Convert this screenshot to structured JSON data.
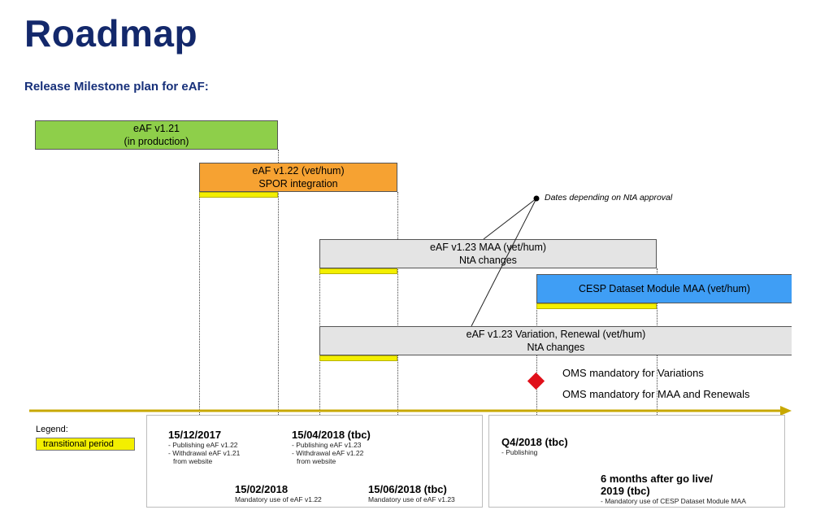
{
  "header": {
    "title": "Roadmap",
    "subtitle": "Release Milestone plan for eAF:"
  },
  "bars": {
    "v121": {
      "line1": "eAF v1.21",
      "line2": "(in production)",
      "color": "#8ecf4a"
    },
    "v122": {
      "line1": "eAF v1.22 (vet/hum)",
      "line2": "SPOR integration",
      "color": "#f6a232"
    },
    "v123maa": {
      "line1": "eAF v1.23 MAA (vet/hum)",
      "line2": "NtA changes",
      "color": "#e4e4e4"
    },
    "cesp": {
      "line1": "CESP Dataset Module MAA (vet/hum)",
      "color": "#3f9ef5"
    },
    "v123var": {
      "line1": "eAF v1.23 Variation, Renewal (vet/hum)",
      "line2": "NtA changes",
      "color": "#e4e4e4"
    }
  },
  "annotations": {
    "nta_note": "Dates depending on NtA approval",
    "oms_variations": "OMS mandatory for Variations",
    "oms_maa": "OMS mandatory for MAA and Renewals"
  },
  "legend": {
    "label": "Legend:",
    "item": "transitional period",
    "color": "#f3ef00"
  },
  "milestones": {
    "m1": {
      "date": "15/12/2017",
      "notes": [
        "- Publishing eAF v1.22",
        "- Withdrawal eAF v1.21",
        "from website"
      ]
    },
    "m2": {
      "date": "15/02/2018",
      "notes": [
        "Mandatory use of eAF v1.22"
      ]
    },
    "m3": {
      "date": "15/04/2018 (tbc)",
      "notes": [
        "- Publishing eAF v1.23",
        "- Withdrawal eAF v1.22",
        "from website"
      ]
    },
    "m4": {
      "date": "15/06/2018 (tbc)",
      "notes": [
        "Mandatory use of eAF v1.23"
      ]
    },
    "m5": {
      "date": "Q4/2018 (tbc)",
      "notes": [
        "- Publishing"
      ]
    },
    "m6": {
      "date_line1": "6 months after go live/",
      "date_line2": "2019 (tbc)",
      "notes": [
        "- Mandatory use of CESP  Dataset Module MAA"
      ]
    }
  },
  "colors": {
    "title": "#13286b",
    "timeline": "#c8a800",
    "milestone_diamond": "#e0101a"
  }
}
